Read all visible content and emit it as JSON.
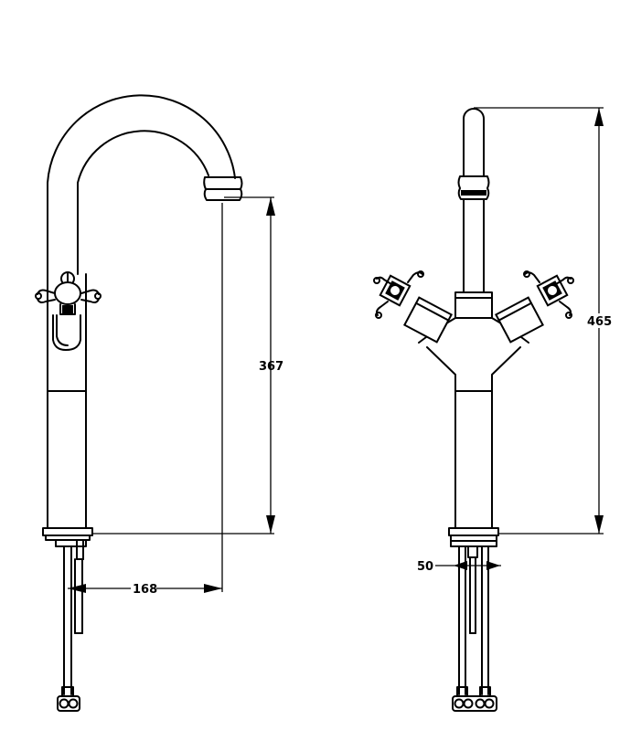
{
  "dimensions": {
    "spout_height": "367",
    "spout_reach": "168",
    "overall_height": "465",
    "hole_diameter": "50"
  }
}
